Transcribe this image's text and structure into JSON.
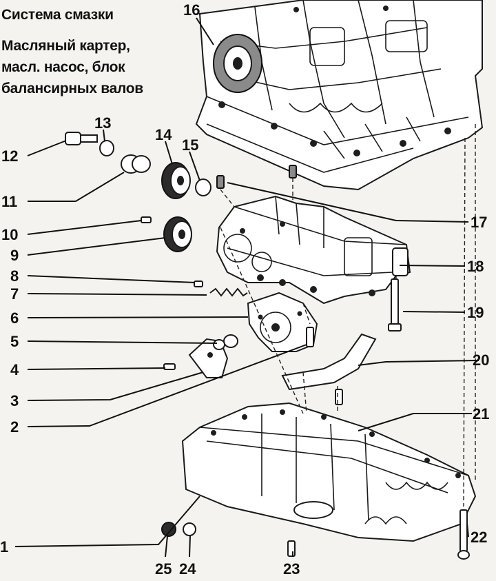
{
  "title": {
    "line1": "Система смазки",
    "line2": "Масляный картер,",
    "line3": "масл. насос, блок",
    "line4": "балансирных валов"
  },
  "callouts": [
    "1",
    "2",
    "3",
    "4",
    "5",
    "6",
    "7",
    "8",
    "9",
    "10",
    "11",
    "12",
    "13",
    "14",
    "15",
    "16",
    "17",
    "18",
    "19",
    "20",
    "21",
    "22",
    "23",
    "24",
    "25"
  ],
  "colors": {
    "background": "#f4f3ef",
    "ink": "#111111"
  }
}
